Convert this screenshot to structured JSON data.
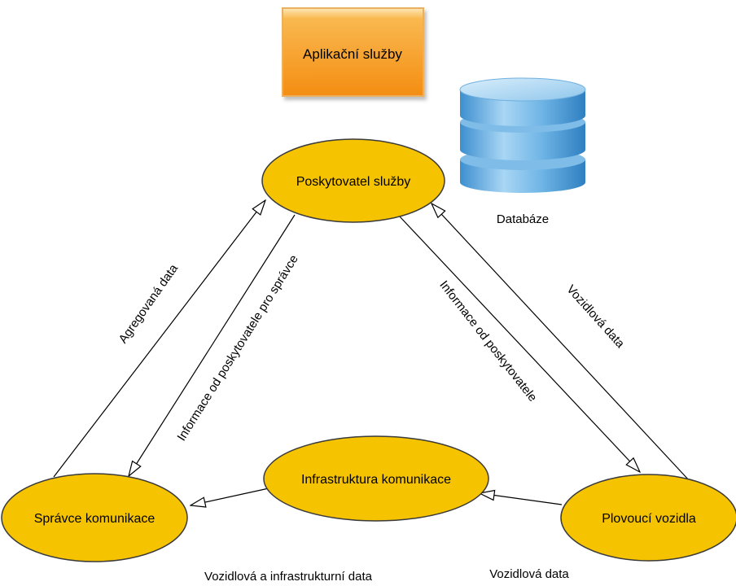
{
  "nodes": {
    "app_services": "Aplikační služby",
    "service_provider": "Poskytovatel služby",
    "database": "Databáze",
    "infrastructure": "Infrastruktura komunikace",
    "comm_manager": "Správce komunikace",
    "floating_vehicles": "Plovoucí vozidla"
  },
  "edges": {
    "aggregated_data": "Agregovaná data",
    "provider_info_for_manager": "Informace od poskytovatele pro správce",
    "provider_info": "Informace od poskytovatele",
    "vehicle_data_up": "Vozidlová data",
    "vehicle_infra_data": "Vozidlová a infrastrukturní data",
    "vehicle_data_bottom": "Vozidlová data"
  },
  "colors": {
    "ellipse_fill": "#f6c300",
    "ellipse_stroke": "#3a3a3a",
    "app_box_fill": "#f79a1e",
    "app_box_stroke": "#e0a050",
    "db_blue": "#4aa0dd",
    "db_light": "#bfe0f6",
    "line": "#000000"
  }
}
